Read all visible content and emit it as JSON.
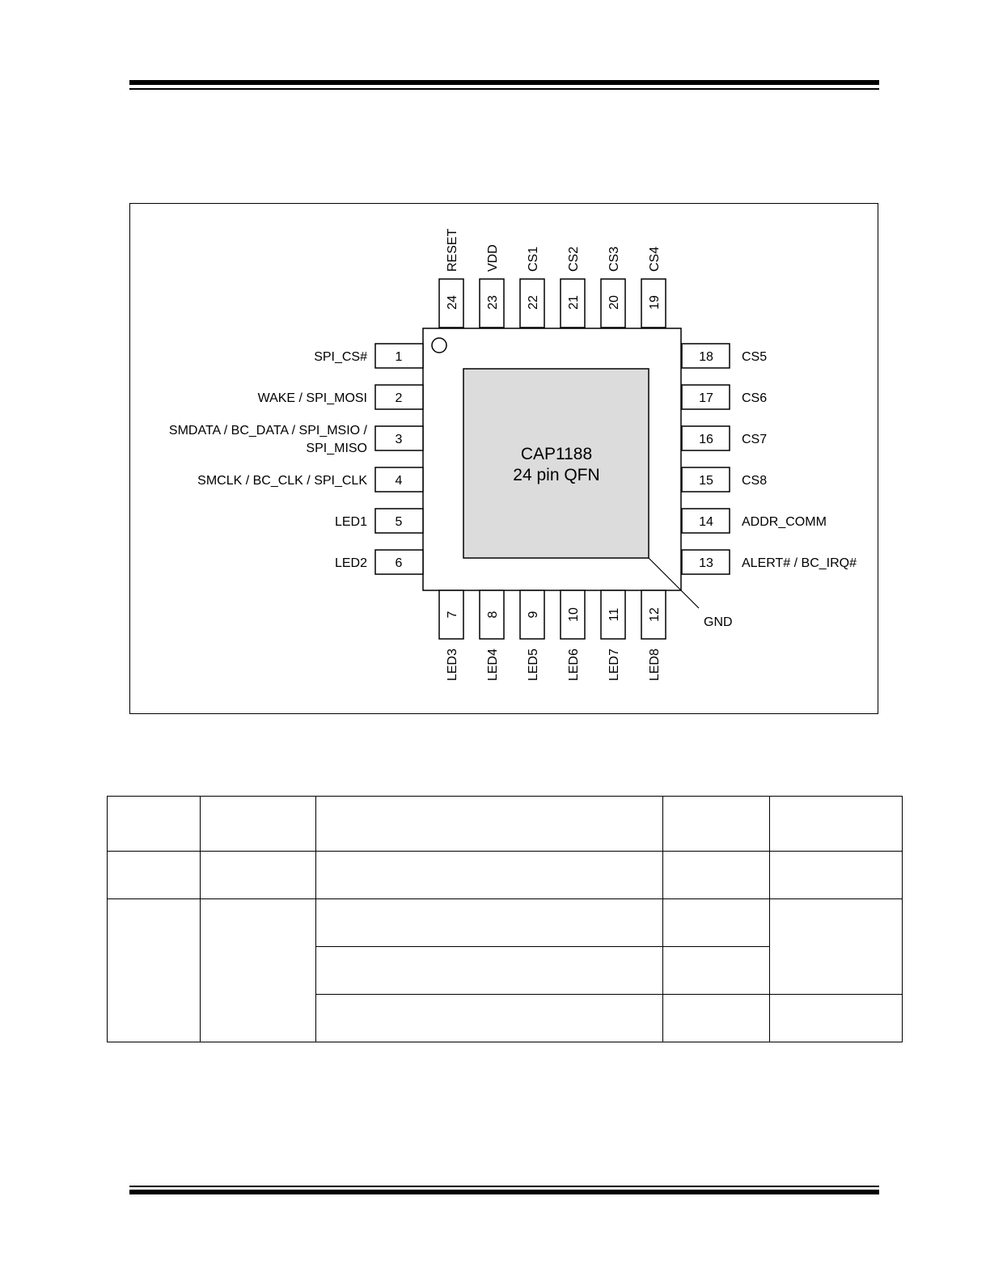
{
  "chip": {
    "name": "CAP1188",
    "package": "24 pin QFN",
    "exposed_pad_label": "GND"
  },
  "pins": {
    "left": [
      {
        "num": "1",
        "label": [
          "SPI_CS#"
        ]
      },
      {
        "num": "2",
        "label": [
          "WAKE / SPI_MOSI"
        ]
      },
      {
        "num": "3",
        "label": [
          "SMDATA / BC_DATA / SPI_MSIO /",
          "SPI_MISO"
        ]
      },
      {
        "num": "4",
        "label": [
          "SMCLK / BC_CLK / SPI_CLK"
        ]
      },
      {
        "num": "5",
        "label": [
          "LED1"
        ]
      },
      {
        "num": "6",
        "label": [
          "LED2"
        ]
      }
    ],
    "right": [
      {
        "num": "18",
        "label": "CS5"
      },
      {
        "num": "17",
        "label": "CS6"
      },
      {
        "num": "16",
        "label": "CS7"
      },
      {
        "num": "15",
        "label": "CS8"
      },
      {
        "num": "14",
        "label": "ADDR_COMM"
      },
      {
        "num": "13",
        "label": "ALERT# / BC_IRQ#"
      }
    ],
    "top": [
      {
        "num": "24",
        "label": "RESET"
      },
      {
        "num": "23",
        "label": "VDD"
      },
      {
        "num": "22",
        "label": "CS1"
      },
      {
        "num": "21",
        "label": "CS2"
      },
      {
        "num": "20",
        "label": "CS3"
      },
      {
        "num": "19",
        "label": "CS4"
      }
    ],
    "bottom": [
      {
        "num": "7",
        "label": "LED3"
      },
      {
        "num": "8",
        "label": "LED4"
      },
      {
        "num": "9",
        "label": "LED5"
      },
      {
        "num": "10",
        "label": "LED6"
      },
      {
        "num": "11",
        "label": "LED7"
      },
      {
        "num": "12",
        "label": "LED8"
      }
    ]
  }
}
